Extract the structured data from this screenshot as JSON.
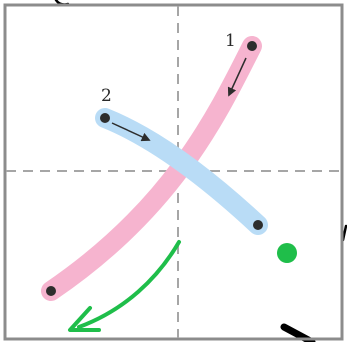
{
  "diagram": {
    "kind": "stroke-order",
    "colors": {
      "frame": "#8c8c8c",
      "guide": "#a6a6a6",
      "stroke_1": "#f6b4cf",
      "stroke_2": "#b9dcf6",
      "endpoint_dot": "#2d2d2d",
      "direction_arrow": "#2d2d2d",
      "next_hint_arrow": "#1fbe4a",
      "next_hint_dot": "#1fbe4a",
      "corner_marks": "#000000"
    },
    "strokes": [
      {
        "number": "1",
        "color_key": "stroke_1",
        "shape": "long-curve-top-right-to-bottom-left"
      },
      {
        "number": "2",
        "color_key": "stroke_2",
        "shape": "short-diagonal-top-left-to-bottom-right"
      }
    ],
    "icons": {
      "direction_arrow": "arrow-icon",
      "next_hint_arrow": "curved-arrow-icon",
      "next_hint_dot": "dot-icon"
    }
  }
}
